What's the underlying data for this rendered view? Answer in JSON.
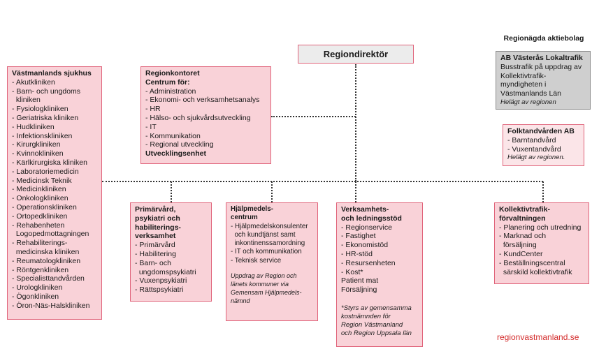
{
  "director": "Regiondirektör",
  "owned_companies_heading": "Regionägda aktiebolag",
  "vastmanlands_sjukhus": {
    "title": "Västmanlands sjukhus",
    "items": [
      "- Akutkliniken",
      "- Barn- och ungdoms",
      "  kliniken",
      "- Fysiologkliniken",
      "- Geriatriska kliniken",
      "- Hudkliniken",
      "- Infektionskliniken",
      "- Kirurgkliniken",
      "- Kvinnokliniken",
      "- Kärlkirurgiska kliniken",
      "- Laboratoriemedicin",
      "- Medicinsk Teknik",
      "- Medicinkliniken",
      "- Onkologkliniken",
      "- Operationskliniken",
      "- Ortopedkliniken",
      "- Rehabenheten",
      "  Logopedmottagningen",
      "- Rehabiliterings-",
      "  medicinska kliniken",
      "- Reumatologkliniken",
      "- Röntgenkliniken",
      "- Specialisttandvården",
      "- Urologkliniken",
      "- Ögonkliniken",
      "- Öron-Näs-Halskliniken"
    ]
  },
  "regionkontoret": {
    "title": "Regionkontoret",
    "subtitle": "Centrum för:",
    "items": [
      "- Administration",
      "- Ekonomi- och verksamhetsanalys",
      "- HR",
      "- Hälso- och sjukvårdsutveckling",
      "- IT",
      "- Kommunikation",
      "- Regional utveckling"
    ],
    "footer": "Utvecklingsenhet"
  },
  "primarvard": {
    "title_lines": [
      "Primärvård,",
      "psykiatri och",
      "habiliterings-",
      "verksamhet"
    ],
    "items": [
      "- Primärvård",
      "- Habilitering",
      "- Barn- och",
      "  ungdomspsykiatri",
      "- Vuxenpsykiatri",
      "- Rättspsykiatri"
    ]
  },
  "hjalpmedel": {
    "title_lines": [
      "Hjälpmedels-",
      "centrum"
    ],
    "items": [
      "- Hjälpmedelskonsulenter",
      "  och kundtjänst samt",
      "  inkontinenssamordning",
      "- IT och kommunikation",
      "- Teknisk service"
    ],
    "note_lines": [
      "Uppdrag av Region och",
      "länets kommuner via",
      "Gemensam Hjälpmedels-",
      "nämnd"
    ]
  },
  "verksamhetsstod": {
    "title_lines": [
      "Verksamhets-",
      "och ledningsstöd"
    ],
    "items": [
      "- Regionservice",
      "- Fastighet",
      "- Ekonomistöd",
      "- HR-stöd",
      "- Resursenheten",
      "- Kost*",
      "Patient mat",
      "Försäljning"
    ],
    "note_lines": [
      "*Styrs av gemensamma",
      "kostnämnden för",
      "Region Västmanland",
      "och Region Uppsala län"
    ]
  },
  "kollektivtrafik": {
    "title_lines": [
      "Kollektivtrafik-",
      "förvaltningen"
    ],
    "items": [
      "- Planering och utredning",
      "- Marknad och",
      "  försäljning",
      "- KundCenter",
      "- Beställningscentral",
      "  särskild kollektivtrafik"
    ]
  },
  "ab_vasteras": {
    "title": "AB Västerås Lokaltrafik",
    "lines": [
      "Busstrafik på uppdrag av",
      "Kollektivtrafik-",
      "myndigheten i",
      "Västmanlands Län"
    ],
    "note": "Helägt av regionen"
  },
  "folktandvarden": {
    "title": "Folktandvården AB",
    "items": [
      "- Barntandvård",
      "- Vuxentandvård"
    ],
    "note": "Helägt av regionen."
  },
  "website": "regionvastmanland.se"
}
